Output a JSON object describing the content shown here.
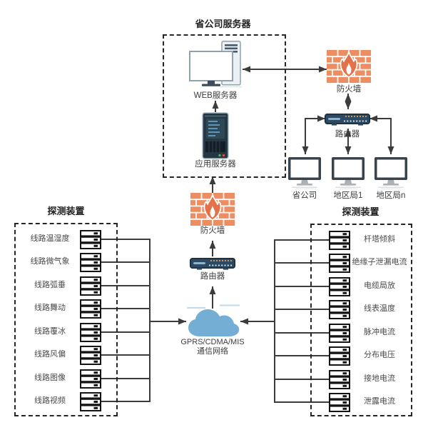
{
  "top_group": {
    "title": "省公司服务器",
    "web_server": "WEB服务器",
    "app_server": "应用服务器"
  },
  "hq_branch": {
    "firewall": "防火墙",
    "router": "路由器",
    "terminals": [
      "省公司",
      "地区局1",
      "地区局n"
    ]
  },
  "backbone": {
    "firewall": "防火墙",
    "router": "路由器",
    "cloud_line1": "GPRS/CDMA/MIS",
    "cloud_line2": "通信网络"
  },
  "left_panel": {
    "title": "探测装置",
    "items": [
      "线路温湿度",
      "线路微气象",
      "线路弧垂",
      "线路舞动",
      "线路覆冰",
      "线路风偏",
      "线路图像",
      "线路视频"
    ]
  },
  "right_panel": {
    "title": "探测装置",
    "items": [
      "杆塔倾斜",
      "绝缘子泄漏电流",
      "电缆局放",
      "线表温度",
      "脉冲电流",
      "分布电压",
      "接地电流",
      "泄露电流"
    ]
  },
  "colors": {
    "line": "#3c3c3c",
    "firewall_brick": "#ec8d62",
    "flame": "#e4714a",
    "router_body": "#2c4a63",
    "cloud": "#74aed4",
    "server_dark": "#263744"
  }
}
